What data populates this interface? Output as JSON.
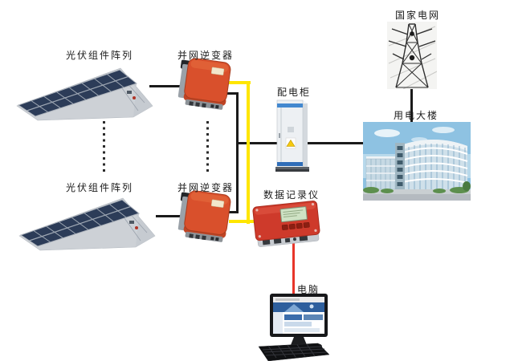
{
  "diagram": {
    "type": "pv-grid-connected-system-diagram",
    "nodes": [
      {
        "id": "pv-array-top",
        "label": "光伏组件阵列",
        "icon": "solar-array-icon"
      },
      {
        "id": "inverter-top",
        "label": "并网逆变器",
        "icon": "inverter-icon"
      },
      {
        "id": "pv-array-bottom",
        "label": "光伏组件阵列",
        "icon": "solar-array-icon"
      },
      {
        "id": "inverter-bottom",
        "label": "并网逆变器",
        "icon": "inverter-icon"
      },
      {
        "id": "distribution-cabinet",
        "label": "配电柜",
        "icon": "cabinet-icon"
      },
      {
        "id": "state-grid",
        "label": "国家电网",
        "icon": "transmission-tower-icon"
      },
      {
        "id": "building",
        "label": "用电大楼",
        "icon": "office-building-icon"
      },
      {
        "id": "data-logger",
        "label": "数据记录仪",
        "icon": "data-logger-icon"
      },
      {
        "id": "computer",
        "label": "电脑",
        "icon": "desktop-computer-icon"
      }
    ],
    "connections": [
      {
        "from": "pv-array-top",
        "to": "inverter-top",
        "type": "power",
        "color": "#1a1a1a"
      },
      {
        "from": "pv-array-bottom",
        "to": "inverter-bottom",
        "type": "power",
        "color": "#1a1a1a"
      },
      {
        "from": "inverter-top",
        "to": "distribution-cabinet",
        "type": "power",
        "color": "#1a1a1a"
      },
      {
        "from": "inverter-bottom",
        "to": "distribution-cabinet",
        "type": "power",
        "color": "#1a1a1a"
      },
      {
        "from": "distribution-cabinet",
        "to": "building",
        "type": "power",
        "color": "#1a1a1a"
      },
      {
        "from": "state-grid",
        "to": "building",
        "type": "power",
        "color": "#1a1a1a"
      },
      {
        "from": "inverter-top",
        "to": "data-logger",
        "type": "communication",
        "color": "#ffe600"
      },
      {
        "from": "inverter-bottom",
        "to": "data-logger",
        "type": "communication",
        "color": "#ffe600"
      },
      {
        "from": "data-logger",
        "to": "computer",
        "type": "communication",
        "color": "#e8352a"
      }
    ],
    "ellipsis": {
      "meaning": "more identical strings omitted",
      "style": "vertical-dotted"
    },
    "colors": {
      "background": "#ffffff",
      "power_line": "#1a1a1a",
      "comm_line_yellow": "#ffe600",
      "comm_line_red": "#e8352a",
      "inverter_orange": "#d9502c",
      "logger_red": "#ce3a2b",
      "panel_blue": "#2c3c58",
      "cabinet_blue": "#4388cf"
    }
  }
}
